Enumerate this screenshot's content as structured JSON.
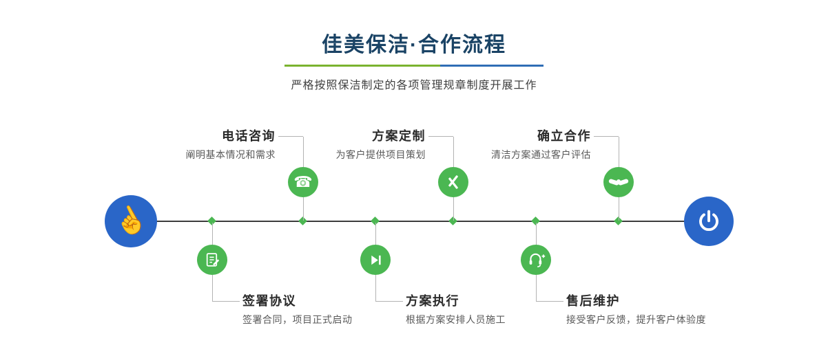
{
  "header": {
    "title": "佳美保洁·合作流程",
    "subtitle": "严格按照保洁制定的各项管理规章制度开展工作"
  },
  "colors": {
    "title_navy": "#1a4365",
    "step_green": "#4bb752",
    "endpoint_blue": "#2a66c8",
    "divider_green": "#7ab32e",
    "divider_blue": "#2f6db5",
    "timeline_dark": "#3c3c3c",
    "connector_gray": "#b3b3b3"
  },
  "icons": {
    "pointing_hand": "☝",
    "phone": "☎",
    "crossed_tools": "crossed-pencil-ruler-svg",
    "handshake": "handshake-svg",
    "document_edit": "document-edit-svg",
    "play_next": "play-with-bar-svg",
    "headset_plus": "headset-plus-svg",
    "power": "power-symbol-svg"
  },
  "timeline": {
    "steps_top": [
      {
        "title": "电话咨询",
        "desc": "阐明基本情况和需求",
        "icon": "phone-icon"
      },
      {
        "title": "方案定制",
        "desc": "为客户提供项目策划",
        "icon": "crossed-tools-icon"
      },
      {
        "title": "确立合作",
        "desc": "清洁方案通过客户评估",
        "icon": "handshake-icon"
      }
    ],
    "steps_bottom": [
      {
        "title": "签署协议",
        "desc": "签署合同，项目正式启动",
        "icon": "document-edit-icon"
      },
      {
        "title": "方案执行",
        "desc": "根据方案安排人员施工",
        "icon": "play-next-icon"
      },
      {
        "title": "售后维护",
        "desc": "接受客户反馈，提升客户体验度",
        "icon": "headset-plus-icon"
      }
    ]
  }
}
